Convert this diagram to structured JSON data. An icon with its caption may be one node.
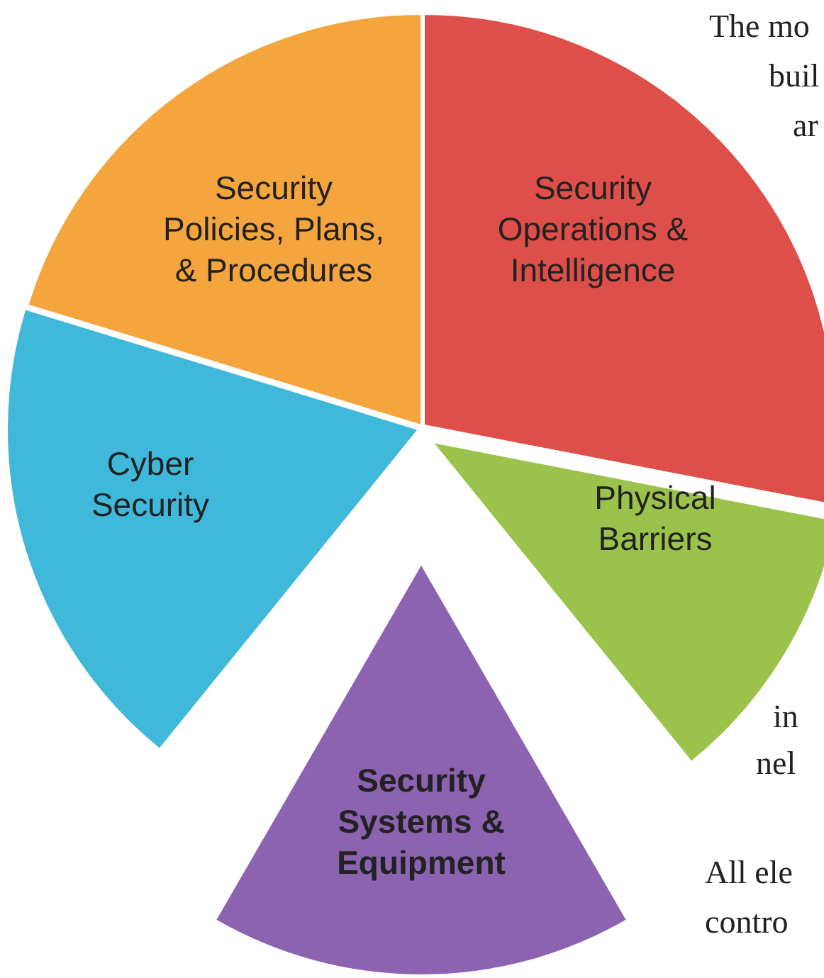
{
  "diagram": {
    "nodes": [
      {
        "text": [
          "Security Policies, Plans, & Procedures"
        ]
      },
      {
        "text": [
          "Security Operations & Intelligence"
        ]
      },
      {
        "text": [
          "Cyber Security"
        ]
      },
      {
        "text": [
          "Physical Barriers"
        ]
      },
      {
        "text": [
          "Security Systems & Equipment"
        ]
      }
    ],
    "labels": [
      "The mo",
      "buil",
      "ar",
      "in",
      "nel",
      "All ele",
      "contro"
    ]
  }
}
